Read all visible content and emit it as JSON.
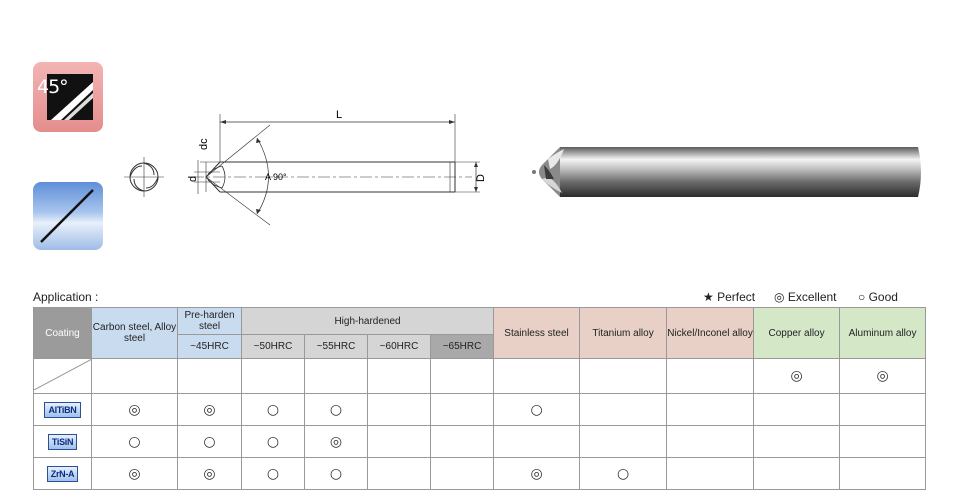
{
  "badges": {
    "angle_text": "45°",
    "angle_color": "#e48d8d",
    "blue_color": "#5f8ed8"
  },
  "diagram": {
    "length_label": "L",
    "dc_label": "dc",
    "d_label": "d",
    "D_label": "D",
    "angle_label": "A 90°"
  },
  "application": {
    "label": "Application :",
    "legend": [
      {
        "symbol": "★",
        "text": "Perfect"
      },
      {
        "symbol": "◎",
        "text": "Excellent"
      },
      {
        "symbol": "○",
        "text": "Good"
      }
    ]
  },
  "table": {
    "header": {
      "coating": "Coating",
      "carbon": "Carbon steel, Alloy steel",
      "preharden": "Pre-harden steel",
      "preharden_sub": "~45HRC",
      "high": "High-hardened",
      "high_subs": [
        "~50HRC",
        "~55HRC",
        "~60HRC",
        "~65HRC"
      ],
      "stainless": "Stainless steel",
      "titanium": "Titanium alloy",
      "nickel": "Nickel/Inconel alloy",
      "copper": "Copper alloy",
      "aluminum": "Aluminum alloy"
    },
    "rows": [
      {
        "coating": "",
        "cells": [
          "",
          "",
          "",
          "",
          "",
          "",
          "",
          "",
          "",
          "◎",
          "◎"
        ]
      },
      {
        "coating": "AlTiBN",
        "cells": [
          "◎",
          "◎",
          "○",
          "○",
          "",
          "",
          "○",
          "",
          "",
          "",
          ""
        ]
      },
      {
        "coating": "TiSiN",
        "cells": [
          "○",
          "○",
          "○",
          "◎",
          "",
          "",
          "",
          "",
          "",
          "",
          ""
        ]
      },
      {
        "coating": "ZrN-A",
        "cells": [
          "◎",
          "◎",
          "○",
          "○",
          "",
          "",
          "◎",
          "○",
          "",
          "",
          ""
        ]
      }
    ]
  }
}
